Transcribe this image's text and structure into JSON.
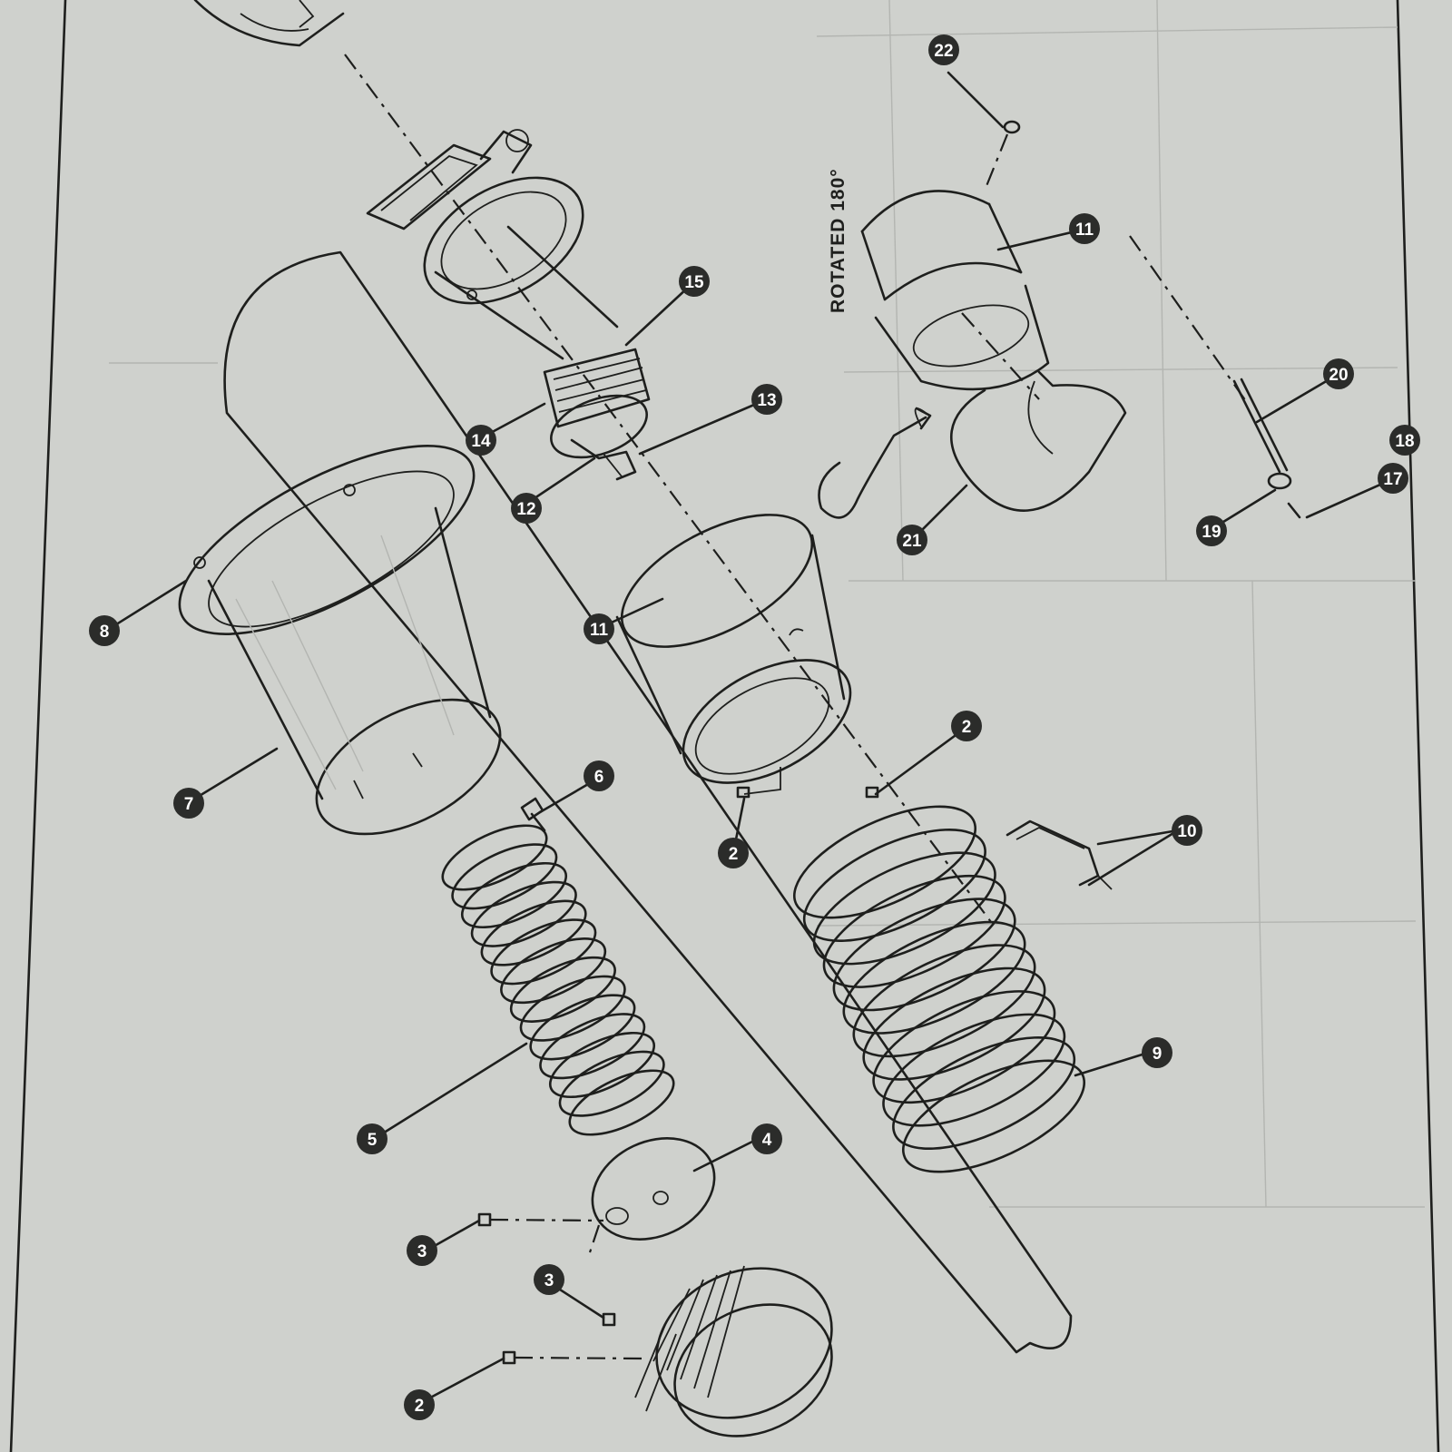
{
  "annotations": {
    "rotation_note": "ROTATED 180°"
  },
  "callouts": [
    {
      "label": "22"
    },
    {
      "label": "15"
    },
    {
      "label": "11"
    },
    {
      "label": "13"
    },
    {
      "label": "14"
    },
    {
      "label": "12"
    },
    {
      "label": "8"
    },
    {
      "label": "11"
    },
    {
      "label": "21"
    },
    {
      "label": "20"
    },
    {
      "label": "17"
    },
    {
      "label": "18"
    },
    {
      "label": "19"
    },
    {
      "label": "2"
    },
    {
      "label": "6"
    },
    {
      "label": "7"
    },
    {
      "label": "2"
    },
    {
      "label": "10"
    },
    {
      "label": "9"
    },
    {
      "label": "5"
    },
    {
      "label": "4"
    },
    {
      "label": "3"
    },
    {
      "label": "3"
    },
    {
      "label": "2"
    }
  ],
  "colors": {
    "paper": "#cfd1cd",
    "ink": "#1e1f1d",
    "callout_fill": "#2b2c2a",
    "callout_text": "#ffffff"
  }
}
